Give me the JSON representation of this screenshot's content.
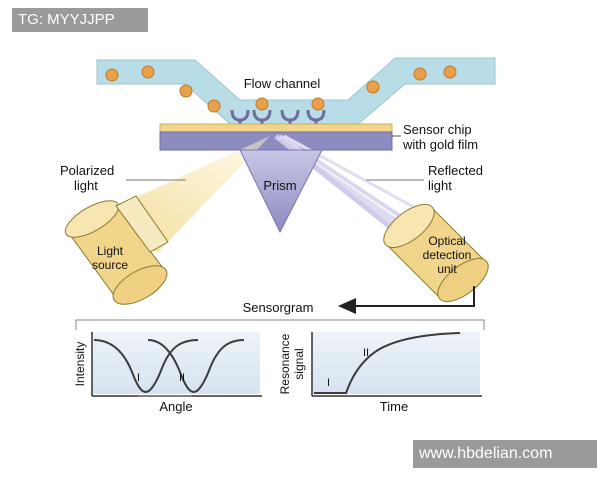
{
  "watermarks": {
    "top": "TG: MYYJJPP",
    "bottom": "www.hbdelian.com"
  },
  "labels": {
    "flow_channel": "Flow channel",
    "sensor_chip_line1": "Sensor chip",
    "sensor_chip_line2": "with gold film",
    "polarized_line1": "Polarized",
    "polarized_line2": "light",
    "reflected_line1": "Reflected",
    "reflected_line2": "light",
    "prism": "Prism",
    "light_source_line1": "Light",
    "light_source_line2": "source",
    "detector_line1": "Optical",
    "detector_line2": "detection",
    "detector_line3": "unit",
    "sensorgram": "Sensorgram"
  },
  "plot_left": {
    "ylabel": "Intensity",
    "xlabel": "Angle",
    "curve1_label": "I",
    "curve2_label": "II"
  },
  "plot_right": {
    "ylabel_line1": "Resonance",
    "ylabel_line2": "signal",
    "xlabel": "Time",
    "phase1_label": "I",
    "phase2_label": "II"
  },
  "colors": {
    "channel": "#b9dde6",
    "particle": "#e9a04a",
    "receptor": "#7a78a8",
    "gold": "#f0d58a",
    "glass": "#8d8cc0",
    "prism": "#a7a3cf",
    "beam": "#f3dc8e",
    "plot_bg": "#dfe9f3",
    "curve": "#3c3c3c"
  }
}
